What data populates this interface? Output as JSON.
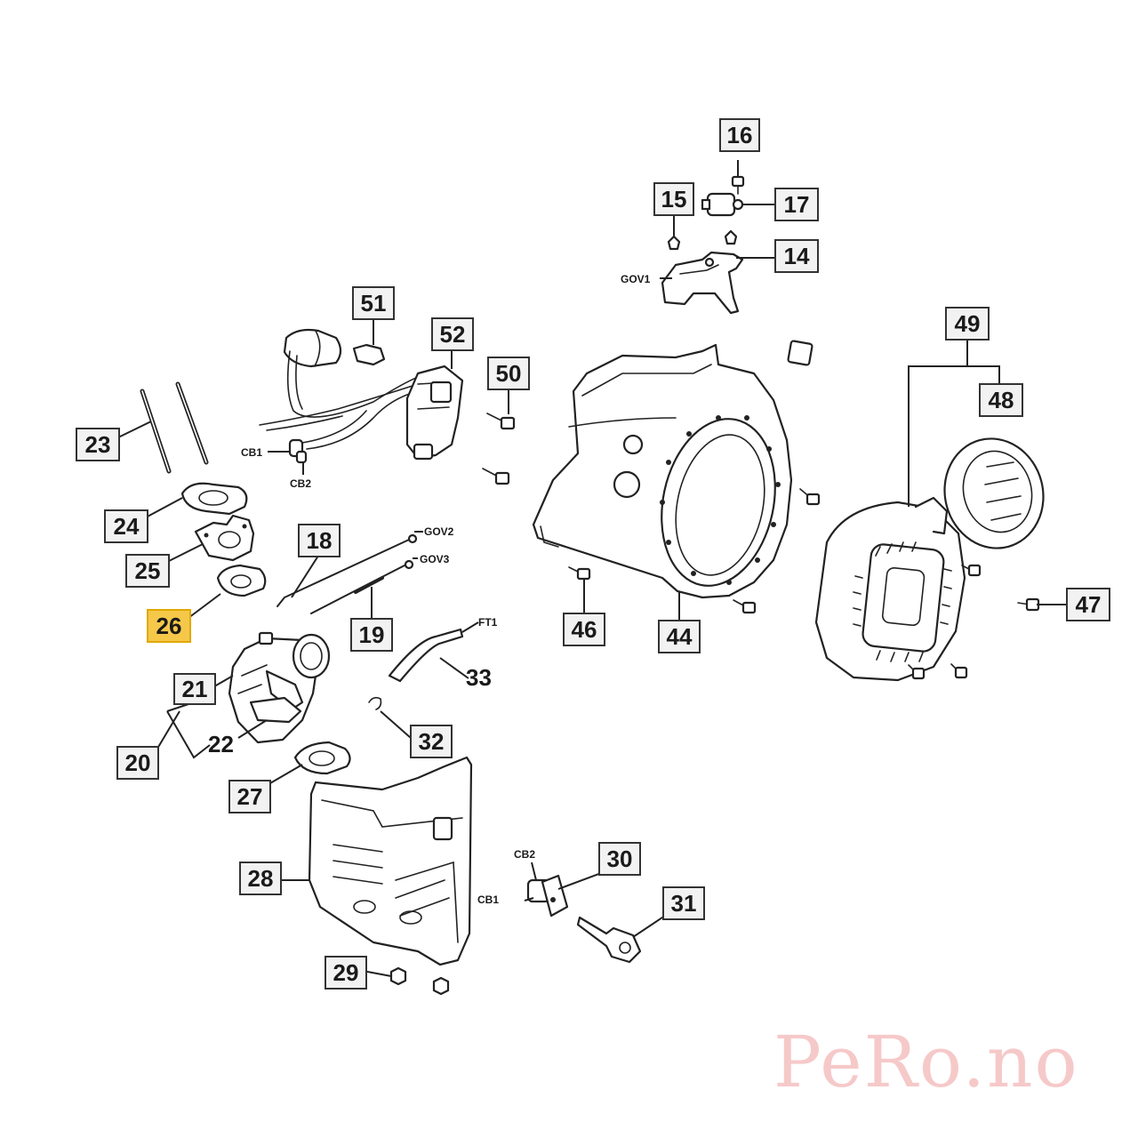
{
  "callouts": {
    "c16": "16",
    "c15": "15",
    "c17": "17",
    "c14": "14",
    "c51": "51",
    "c52": "52",
    "c50": "50",
    "c49": "49",
    "c48": "48",
    "c23": "23",
    "c24": "24",
    "c25": "25",
    "c26": "26",
    "c18": "18",
    "c19": "19",
    "c33": "33",
    "c46": "46",
    "c44": "44",
    "c47": "47",
    "c21": "21",
    "c22": "22",
    "c20": "20",
    "c32": "32",
    "c27": "27",
    "c28": "28",
    "c30": "30",
    "c31": "31",
    "c29": "29"
  },
  "highlighted_callout": "26",
  "connectors": {
    "gov1": "GOV1",
    "gov2": "GOV2",
    "gov3": "GOV3",
    "cb1_top": "CB1",
    "cb2_top": "CB2",
    "cb1_bottom": "CB1",
    "cb2_bottom": "CB2",
    "ft1": "FT1"
  },
  "watermark": "PeRo.no",
  "colors": {
    "highlight": "#f5c84a",
    "watermark": "#f6c9c9",
    "ink": "#222222"
  }
}
